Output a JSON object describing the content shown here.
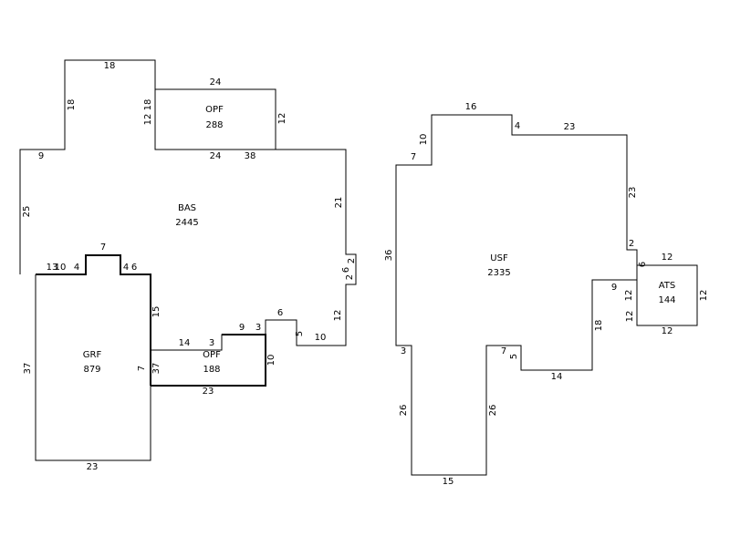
{
  "diagram": {
    "areas": [
      {
        "id": "bas",
        "name": "BAS",
        "value": "2445"
      },
      {
        "id": "opf-top",
        "name": "OPF",
        "value": "288"
      },
      {
        "id": "grf",
        "name": "GRF",
        "value": "879"
      },
      {
        "id": "opf-bottom",
        "name": "OPF",
        "value": "188"
      },
      {
        "id": "usf",
        "name": "USF",
        "value": "2335"
      },
      {
        "id": "ats",
        "name": "ATS",
        "value": "144"
      }
    ],
    "dimensions": [
      "18",
      "18",
      "12 18",
      "24",
      "12",
      "24",
      "38",
      "9",
      "25",
      "21",
      "2",
      "6",
      "2",
      "12",
      "10",
      "5",
      "6",
      "9",
      "3",
      "3",
      "14",
      "10",
      "23",
      "7",
      "4",
      "6",
      "15",
      "37",
      "7",
      "37",
      "23",
      "13",
      "10",
      "4",
      "16",
      "4",
      "23",
      "10",
      "7",
      "23",
      "36",
      "2",
      "6",
      "12",
      "12",
      "12",
      "12",
      "9",
      "12",
      "18",
      "14",
      "7",
      "5",
      "3",
      "26",
      "26",
      "15"
    ]
  }
}
